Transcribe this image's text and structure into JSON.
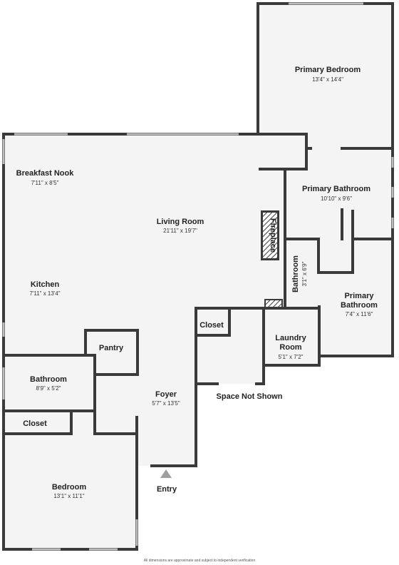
{
  "rooms": {
    "primary_bedroom": {
      "name": "Primary Bedroom",
      "dim": "13'4\" x 14'4\""
    },
    "breakfast_nook": {
      "name": "Breakfast Nook",
      "dim": "7'11\" x 8'5\""
    },
    "primary_bathroom_1": {
      "name": "Primary Bathroom",
      "dim": "10'10\" x 9'6\""
    },
    "living_room": {
      "name": "Living Room",
      "dim": "21'11\" x 19'7\""
    },
    "fireplace": {
      "name": "Fireplace"
    },
    "bathroom_small": {
      "name": "Bathroom",
      "dim": "3'1\" x 6'9\""
    },
    "kitchen": {
      "name": "Kitchen",
      "dim": "7'11\" x 13'4\""
    },
    "primary_bathroom_2": {
      "name1": "Primary",
      "name2": "Bathroom",
      "dim": "7'4\" x 11'6\""
    },
    "closet_center": {
      "name": "Closet"
    },
    "laundry": {
      "name1": "Laundry",
      "name2": "Room",
      "dim": "5'1\" x 7'2\""
    },
    "pantry": {
      "name": "Pantry"
    },
    "bathroom": {
      "name": "Bathroom",
      "dim": "8'9\" x 5'2\""
    },
    "foyer": {
      "name": "Foyer",
      "dim": "5'7\" x 13'5\""
    },
    "closet_left": {
      "name": "Closet"
    },
    "bedroom": {
      "name": "Bedroom",
      "dim": "13'1\" x 11'1\""
    }
  },
  "labels": {
    "space_not_shown": "Space Not Shown",
    "entry": "Entry"
  },
  "footer": "All dimensions are approximate and subject to independent verification",
  "colors": {
    "wall": "#3a3a3a",
    "floor": "#f4f4f4",
    "window": "#bdbdbd",
    "arrow": "#9e9e9e"
  }
}
